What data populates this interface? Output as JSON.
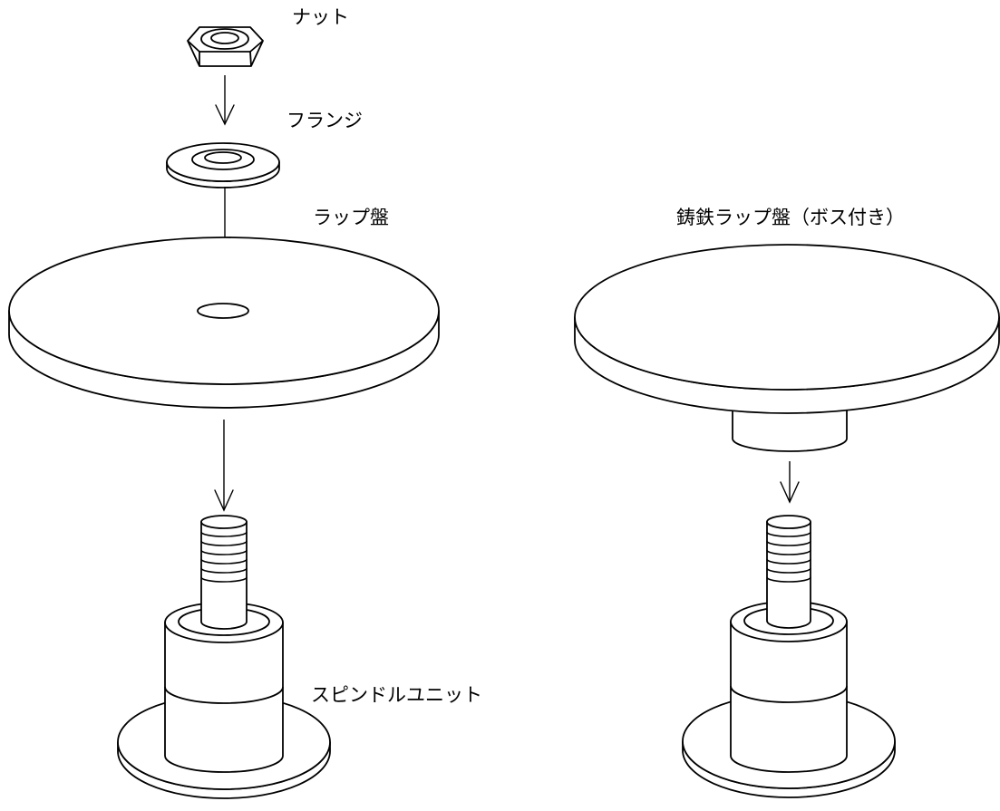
{
  "labels": {
    "nut": "ナット",
    "flange": "フランジ",
    "lap_plate": "ラップ盤",
    "cast_iron_lap_plate": "鋳鉄ラップ盤（ボス付き）",
    "spindle_unit": "スピンドルユニット"
  },
  "colors": {
    "line": "#000000",
    "fill": "#ffffff"
  }
}
